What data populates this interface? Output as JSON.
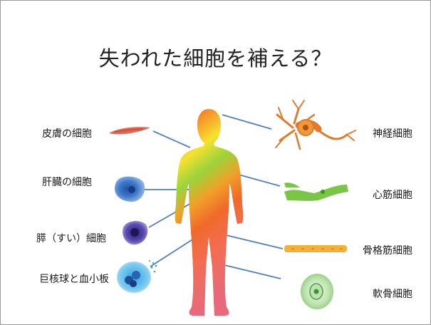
{
  "slide": {
    "title": "失われた細胞を補える？",
    "labels": {
      "skin": "皮膚の細胞",
      "liver": "肝臓の細胞",
      "pancreas": "膵（すい）細胞",
      "blood": "巨核球と血小板",
      "nerve": "神経細胞",
      "heart": "心筋細胞",
      "skeletal": "骨格筋細胞",
      "cartilage": "軟骨細胞"
    }
  }
}
